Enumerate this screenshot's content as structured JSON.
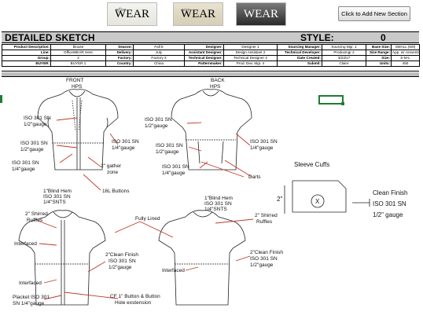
{
  "logos": [
    {
      "script": "office",
      "word": "WEAR",
      "sub": "Here"
    },
    {
      "script": "sexy",
      "word": "WEAR",
      "sub": "Here"
    },
    {
      "script": "",
      "word": "WEAR",
      "sub": ""
    }
  ],
  "toolbar": {
    "add_section_label": "Click to Add New Section"
  },
  "header": {
    "title": "DETAILED SKETCH",
    "style_label": "STYLE:",
    "style_value": "0"
  },
  "info_rows": [
    [
      "Product Description:",
      "blouse",
      "Season:",
      "Fall 8",
      "Designer:",
      "Designer 1",
      "Sourcing Manager:",
      "Sourcing Mgr. 1",
      "Base Size:",
      "SMALL (6/8)"
    ],
    [
      "Line:",
      "OfficeWEAR Here",
      "Delivery:",
      "July",
      "Assistant Designer:",
      "Design Assistant 2",
      "Technical Developer:",
      "Produxmgr 2",
      "Size Range:",
      "App. w/ conventional"
    ],
    [
      "Group:",
      "2",
      "Factory:",
      "Factory 3",
      "Technical Designer:",
      "Technical Designer 3",
      "Date Created:",
      "3/23/17",
      "Size:",
      "S-M-L"
    ],
    [
      "BUYER:",
      "BUYER 1",
      "Country:",
      "China",
      "Patternmaker:",
      "Prod. Dev. Mgr. 4",
      "Submit:",
      "Claire",
      "Units:",
      "450"
    ]
  ],
  "sketch": {
    "front_label": "FRONT",
    "back_label": "BACK",
    "hps": "HPS",
    "callouts": {
      "iso_half": "ISO 301 SN",
      "half_gauge": "1/2\"gauge",
      "quarter_gauge": "1/4\"gauge",
      "gather_1": "2\" gather",
      "gather_2": "zone",
      "buttons": "16L Buttons",
      "darts": "Darts",
      "blind_hem": "1\"Blind Hem",
      "snts": "1/4\"SNTS",
      "fully_lined": "Fully Lined",
      "shirred_1": "2\" Shirred",
      "shirred_2": "Ruffles",
      "interfaced": "Interfaced",
      "clean_finish_2": "2\"Clean Finish",
      "placket_1": "Placket ISO 301",
      "placket_2": "SN 1/4\"gauge",
      "cf_1": "CF 1\" Button & Button",
      "cf_2": "Hole exstension",
      "sleeve_cuffs": "Sleeve Cuffs",
      "two_inch": "2\"",
      "x_mark": "X",
      "clean_finish": "Clean Finish",
      "gauge_half_sp": "1/2\" gauge"
    }
  }
}
